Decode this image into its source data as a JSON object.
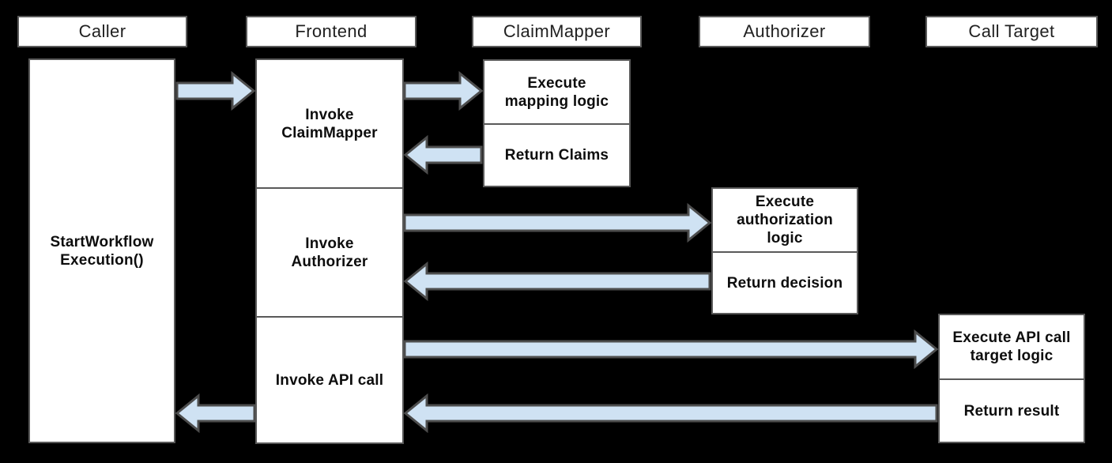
{
  "colors": {
    "background": "#000000",
    "box_fill": "#ffffff",
    "box_border": "#595959",
    "text": "#0d0d0d",
    "arrow_fill": "#cfe2f3",
    "arrow_stroke": "#4d4d4d"
  },
  "lifelines": [
    {
      "id": "caller",
      "header": "Caller"
    },
    {
      "id": "frontend",
      "header": "Frontend"
    },
    {
      "id": "claimmapper",
      "header": "ClaimMapper"
    },
    {
      "id": "authorizer",
      "header": "Authorizer"
    },
    {
      "id": "calltarget",
      "header": "Call Target"
    }
  ],
  "activations": {
    "caller_main": "StartWorkflow\nExecution()",
    "frontend_invoke_claimmapper": "Invoke\nClaimMapper",
    "frontend_invoke_authorizer": "Invoke\nAuthorizer",
    "frontend_invoke_api_call": "Invoke API call",
    "claimmapper_execute": "Execute\nmapping logic",
    "claimmapper_return": "Return Claims",
    "authorizer_execute": "Execute\nauthorization\nlogic",
    "authorizer_return": "Return decision",
    "calltarget_execute": "Execute API call\ntarget logic",
    "calltarget_return": "Return result"
  },
  "flows": [
    {
      "from": "caller",
      "to": "frontend"
    },
    {
      "from": "frontend",
      "to": "claimmapper"
    },
    {
      "from": "claimmapper",
      "to": "frontend"
    },
    {
      "from": "frontend",
      "to": "authorizer"
    },
    {
      "from": "authorizer",
      "to": "frontend"
    },
    {
      "from": "frontend",
      "to": "calltarget"
    },
    {
      "from": "calltarget",
      "to": "frontend"
    },
    {
      "from": "frontend",
      "to": "caller"
    }
  ]
}
